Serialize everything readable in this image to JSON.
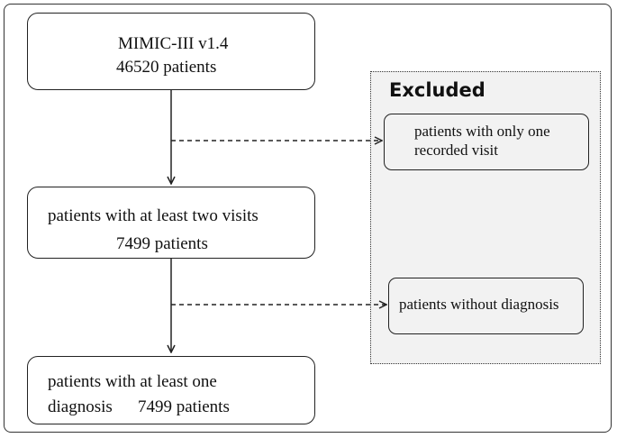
{
  "flow": {
    "start": {
      "title": "MIMIC-III v1.4",
      "count": "46520 patients"
    },
    "step1": {
      "text": "patients with at least two visits",
      "count": "7499 patients"
    },
    "step2": {
      "text_line1": "patients with at least one",
      "text_line2": "diagnosis",
      "count": "7499 patients"
    }
  },
  "excluded": {
    "title": "Excluded",
    "items": [
      {
        "line1": "patients with only one",
        "line2": "recorded visit"
      },
      {
        "line1": "patients without diagnosis"
      }
    ]
  },
  "colors": {
    "stroke": "#222222",
    "excluded_bg": "#f2f2f2",
    "background": "#ffffff"
  }
}
